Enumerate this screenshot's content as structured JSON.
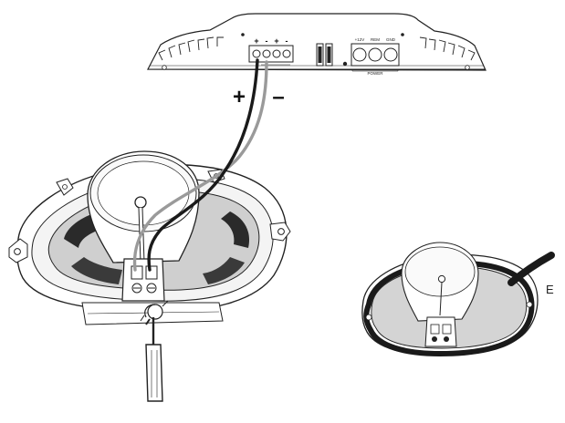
{
  "amplifier": {
    "speaker_terminal_labels": [
      "+",
      "-",
      "+",
      "-"
    ],
    "power_terminal_labels": [
      "+12V",
      "REM",
      "GND"
    ],
    "power_caption": "POWER"
  },
  "wiring": {
    "positive_sign": "+",
    "negative_sign": "–",
    "positive_wire_color": "#1a1a1a",
    "negative_wire_color": "#9a9a9a"
  },
  "inset": {
    "label": "E"
  }
}
